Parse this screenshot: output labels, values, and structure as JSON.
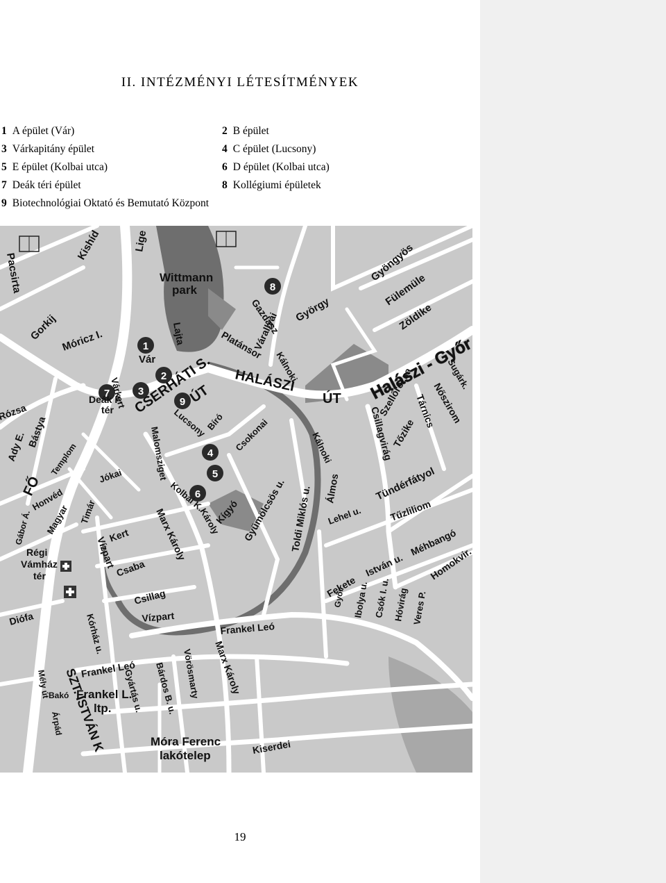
{
  "page": {
    "title": "II. INTÉZMÉNYI LÉTESÍTMÉNYEK",
    "page_number": "19"
  },
  "legend": [
    {
      "num": "1",
      "label": "A épület (Vár)"
    },
    {
      "num": "2",
      "label": "B épület"
    },
    {
      "num": "3",
      "label": "Várkapitány épület"
    },
    {
      "num": "4",
      "label": "C épület  (Lucsony)"
    },
    {
      "num": "5",
      "label": "E épület (Kolbai utca)"
    },
    {
      "num": "6",
      "label": "D épület (Kolbai utca)"
    },
    {
      "num": "7",
      "label": "Deák téri épület"
    },
    {
      "num": "8",
      "label": "Kollégiumi épületek"
    },
    {
      "num": "9",
      "label": "Biotechnológiai Oktató és Bemutató Központ"
    }
  ],
  "map": {
    "markers": [
      "1",
      "2",
      "3",
      "4",
      "5",
      "6",
      "7",
      "8",
      "9"
    ],
    "colors": {
      "land": "#c9c9c9",
      "street": "#ffffff",
      "water": "#6e6e6e",
      "dark_area": "#8a8a8a",
      "marker": "#2a2a2a"
    },
    "labels": {
      "wittmann": "Wittmann",
      "park": "park",
      "var": "Vár",
      "halaszi_ut": "HALÁSZI",
      "ut_1": "ÚT",
      "halaszi_gyor": "Halászi - Győr",
      "cserhati": "CSERHÁTI S.",
      "cserhati_ut": "ÚT",
      "deak_ter_1": "Deák F.",
      "deak_ter_2": "tér",
      "fo_ut": "FŐ",
      "regi_vamhaz_1": "Régi",
      "regi_vamhaz_2": "Vámház",
      "regi_vamhaz_3": "tér",
      "szt_istvan": "SZT. ISTVÁN K",
      "frankel_ltp_1": "Frankel L.",
      "frankel_ltp_2": "ltp.",
      "mora_1": "Móra Ferenc",
      "mora_2": "lakótelep",
      "pacsirta": "Pacsirta",
      "kishid": "Kishíd",
      "liget": "Lige",
      "gorkij": "Gorkij",
      "moricz": "Móricz I.",
      "lajta": "Lajta",
      "platansor": "Platánsor",
      "gazdasz": "Gazdász",
      "varallyai": "Várallyai",
      "gyorgy": "György",
      "kalnoki": "Kálnoki",
      "gyongyos": "Gyöngyös",
      "fulemule": "Fülemüle",
      "zoldike": "Zöldike",
      "csillagvirag": "Csillagvirág",
      "szellorozsa": "Szellőrózsa",
      "tozike": "Tőzike",
      "tarnics": "Tárnics",
      "noszirom": "Nőszirom",
      "sugarka": "Sugárk.",
      "tunderfatyol": "Tündérfátyol",
      "tuzliliom": "Tűzliliom",
      "mehbango": "Méhbangó",
      "homokvirag": "Homokvir.",
      "istvan": "István u.",
      "fekete": "Fekete",
      "ibolya": "Ibolya u.",
      "csok": "Csók I. u.",
      "hovirag": "Hóvirág",
      "veres": "Veres P.",
      "almos": "Álmos",
      "lehel": "Lehel u.",
      "toldi": "Toldi Miklós u.",
      "gyumolcsos": "Gyümölcsös u.",
      "kigyo": "Kígyó",
      "csokonai": "Csokonai",
      "biro": "Bíró",
      "malomsziget": "Malomsziget",
      "lucsony": "Lucsony",
      "kolbai": "Kolbai K.",
      "karoly": "Károly",
      "marx_karoly": "Marx Károly",
      "vizpart": "Vízpart",
      "kert": "Kert",
      "csaba": "Csaba",
      "csillag": "Csillag",
      "frankel_leo": "Frankel Leó",
      "vorosmarty": "Vörösmarty",
      "bardos": "Bárdos B. u.",
      "gyartas": "Gyártás u.",
      "kiserdei": "Kiserdei",
      "kalnoki_u": "Kálnoki",
      "dioefa": "Diófa",
      "korhaz": "Kórház u.",
      "bastya": "Bástya",
      "ady": "Ady E.",
      "rozsa": "Rózsa",
      "honved": "Honvéd",
      "magyar": "Magyar",
      "timar": "Timár",
      "jokai": "Jókai",
      "templom": "Templom",
      "vatok": "Várkert",
      "mely_ut": "Mély út",
      "arpad": "Árpád",
      "bako": "Bakó",
      "gyor": "Győr",
      "gabor": "Gábor Á."
    }
  }
}
